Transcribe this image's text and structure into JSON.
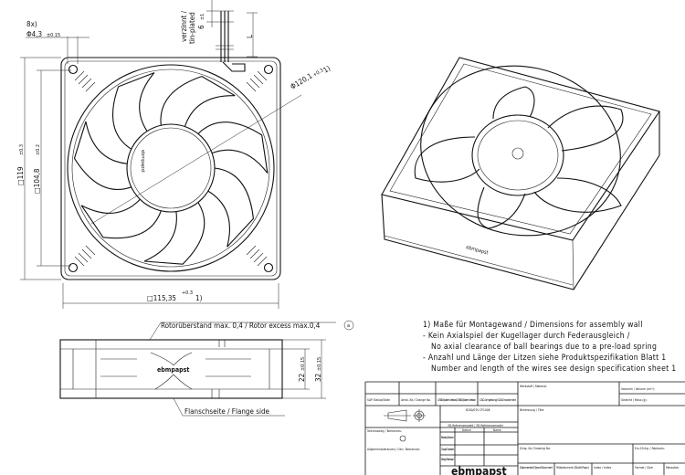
{
  "front_view": {
    "holes_label": "8x)",
    "hole_dia": "Φ4,3",
    "hole_tol": "±0.15",
    "wire_note_de": "verzinnt /",
    "wire_note_en": "tin-plated",
    "strip_len": "6",
    "strip_tol": "±1",
    "wire_len": "L",
    "ring_dia": "Φ120,1",
    "ring_tol": "+0.3",
    "ring_ref": "1)",
    "outer_size": "□119",
    "outer_tol": "±0.3",
    "hole_pitch": "□104,8",
    "hole_pitch_tol": "±0.2",
    "width": "□115,35",
    "width_tol": "+0.3",
    "width_ref": "1)",
    "hub_logo": "ebmpapst"
  },
  "side_view": {
    "rotor_note": "Rotorüberstand max. 0,4 / Rotor excess max.0,4",
    "rotor_mark": "a",
    "flange_note": "Flanschseite / Flange side",
    "inner_height": "22",
    "inner_tol": "±0.15",
    "outer_height": "32",
    "outer_tol": "±0.15",
    "logo": "ebmpapst"
  },
  "iso_view": {
    "logo": "ebmpapst"
  },
  "notes": [
    "1) Maße für Montagewand / Dimensions for assembly wall",
    "-  Kein Axialspiel der Kugellager durch Federausgleich /",
    "No axial clearance of ball bearings due to a pre-load spring",
    "-  Anzahl und Länge der Litzen siehe Produktspezifikation Blatt 1",
    "Number and length of the wires see design specification sheet 1"
  ],
  "title_block": {
    "sap_status": "SAP Status/State",
    "change_no": "Aend.-Nr./ Change No.",
    "catia_version": "CATIA-System Version/ CATIA-System Version",
    "cad_env": "CAD-Umgebung/ CAD-Environment",
    "ref_no": "8200/070 CP1008",
    "ref_model": "3D-Referenzmodell / 3D-Referencemodel",
    "date": "Datum",
    "name": "Name",
    "drawn": "Bearb./ Drawn",
    "checked": "Gepr./ Checked",
    "release": "Freig./ Release",
    "tolerances": "Toleranzweg / Tolerances:",
    "gen_tolerances": "Allgemeintoleranzen / Gen. Tolerances:",
    "material": "Werkstoff / Material:",
    "volume": "Volumen / Volume (cm³):",
    "mass": "Gewicht / Mass (g):",
    "title": "Benennung / Title:",
    "drawing_no": "Zchg.-Nr./ Drawing No:",
    "replaces": "Ers.f.Zchg. / Replaces:",
    "doc_type": "Dokumentart / Type of Document",
    "sub_doc": "Teildokument (Blatt/Page)",
    "index": "Index / Index",
    "size": "Format / Size:",
    "scale": "Massstab",
    "logo": "ebmpapst"
  }
}
